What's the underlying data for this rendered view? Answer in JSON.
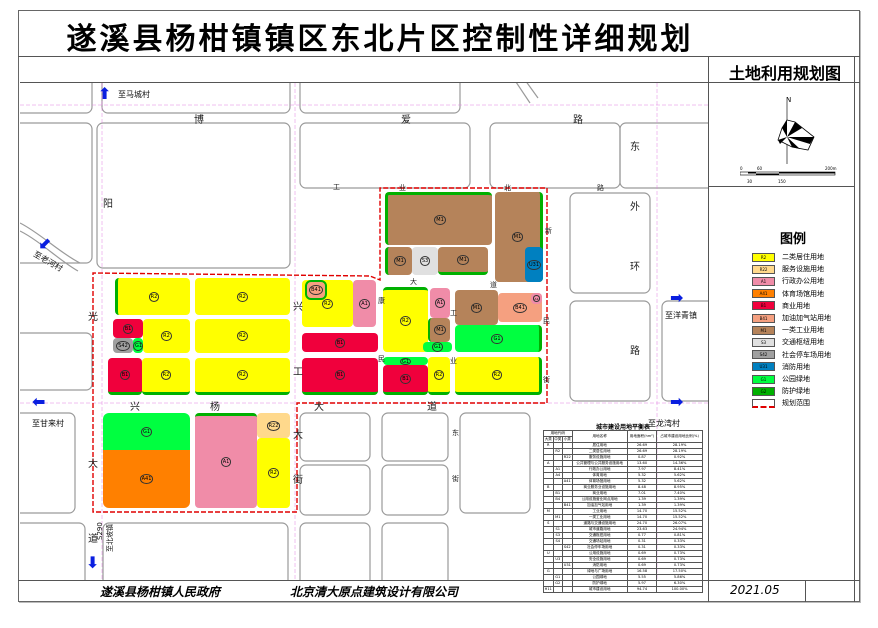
{
  "title": "遂溪县杨柑镇镇区东北片区控制性详细规划",
  "subtitle": "土地利用规划图",
  "compass": {
    "north": "N",
    "scale_ticks": [
      "0",
      "60",
      "200m",
      "30",
      "150"
    ]
  },
  "legend": {
    "title": "图例",
    "items": [
      {
        "code": "R2",
        "label": "二类居住用地",
        "color": "#ffff00"
      },
      {
        "code": "R22",
        "label": "服务设施用地",
        "color": "#ffd98c"
      },
      {
        "code": "A1",
        "label": "行政办公用地",
        "color": "#f08ca8"
      },
      {
        "code": "A41",
        "label": "体育场馆用地",
        "color": "#ff8000"
      },
      {
        "code": "B1",
        "label": "商业用地",
        "color": "#f0003c"
      },
      {
        "code": "B41",
        "label": "加油加气站用地",
        "color": "#f5a080"
      },
      {
        "code": "M1",
        "label": "一类工业用地",
        "color": "#b5835a"
      },
      {
        "code": "S3",
        "label": "交通枢纽用地",
        "color": "#e0e0e0"
      },
      {
        "code": "S42",
        "label": "社会停车场用地",
        "color": "#a0a0a0"
      },
      {
        "code": "U31",
        "label": "消防用地",
        "color": "#0080c0"
      },
      {
        "code": "G1",
        "label": "公园绿地",
        "color": "#00ff40"
      },
      {
        "code": "G2",
        "label": "防护绿地",
        "color": "#00b000"
      },
      {
        "code": "",
        "label": "规划范围",
        "color": "#e00000"
      }
    ]
  },
  "map": {
    "parcels": [
      "R2",
      "R2",
      "B1",
      "S42",
      "G1",
      "R2",
      "R2",
      "B1",
      "R2",
      "R2",
      "R2",
      "B41",
      "A1",
      "B1",
      "B1",
      "M1",
      "M1",
      "S3",
      "M1",
      "M1",
      "U31",
      "R2",
      "A1",
      "M1",
      "G1",
      "G1",
      "M1",
      "B41",
      "A1",
      "G1",
      "B1",
      "R2",
      "R2",
      "G1",
      "A41",
      "A1",
      "R22",
      "R2"
    ],
    "roads": [
      "博",
      "爱",
      "路",
      "东",
      "外",
      "环",
      "路",
      "阳",
      "光",
      "大",
      "道",
      "兴",
      "杨",
      "大",
      "道",
      "兴",
      "工",
      "大",
      "街",
      "工",
      "业",
      "北",
      "路",
      "新",
      "大",
      "道",
      "民",
      "街",
      "康",
      "工",
      "民",
      "业",
      "东",
      "街"
    ],
    "destinations": [
      "至马城村",
      "至老河村",
      "至洋青镇",
      "至甘来村",
      "至龙湾村",
      "S290",
      "至北坡镇"
    ]
  },
  "table": {
    "title": "城市建设用地平衡表",
    "headers": [
      "用地代码",
      "大类",
      "中类",
      "小类",
      "用地名称",
      "用地面积(hm²)",
      "占城市建设用地比例(%)"
    ],
    "rows": [
      [
        "R",
        "",
        "",
        "居住用地",
        "26.69",
        "28.19%"
      ],
      [
        "",
        "R2",
        "",
        "二类居住用地",
        "26.69",
        "28.19%"
      ],
      [
        "",
        "",
        "R22",
        "服务设施用地",
        "0.87",
        "0.92%"
      ],
      [
        "A",
        "",
        "",
        "公共管理与公共服务设施用地",
        "13.60",
        "14.36%"
      ],
      [
        "",
        "A1",
        "",
        "行政办公用地",
        "7.97",
        "8.41%"
      ],
      [
        "",
        "A4",
        "",
        "体育用地",
        "5.32",
        "5.62%"
      ],
      [
        "",
        "",
        "A41",
        "体育场馆用地",
        "5.32",
        "5.62%"
      ],
      [
        "B",
        "",
        "",
        "商业服务业设施用地",
        "8.48",
        "8.95%"
      ],
      [
        "",
        "B1",
        "",
        "商业用地",
        "7.01",
        "7.40%"
      ],
      [
        "",
        "B4",
        "",
        "公用设施营业网点用地",
        "1.39",
        "1.39%"
      ],
      [
        "",
        "",
        "B41",
        "加油加气站用地",
        "1.39",
        "1.39%"
      ],
      [
        "M",
        "",
        "",
        "工业用地",
        "14.70",
        "15.52%"
      ],
      [
        "",
        "M1",
        "",
        "一类工业用地",
        "14.70",
        "15.52%"
      ],
      [
        "S",
        "",
        "",
        "道路与交通设施用地",
        "24.70",
        "26.07%"
      ],
      [
        "",
        "S1",
        "",
        "城市道路用地",
        "23.63",
        "24.94%"
      ],
      [
        "",
        "S3",
        "",
        "交通枢纽用地",
        "0.77",
        "0.81%"
      ],
      [
        "",
        "S4",
        "",
        "交通场站用地",
        "0.31",
        "0.33%"
      ],
      [
        "",
        "",
        "S42",
        "社会停车场用地",
        "0.31",
        "0.33%"
      ],
      [
        "U",
        "",
        "",
        "公用设施用地",
        "0.69",
        "0.73%"
      ],
      [
        "",
        "U3",
        "",
        "安全设施用地",
        "0.69",
        "0.73%"
      ],
      [
        "",
        "",
        "U31",
        "消防用地",
        "0.69",
        "0.73%"
      ],
      [
        "G",
        "",
        "",
        "绿地与广场用地",
        "16.58",
        "17.50%"
      ],
      [
        "",
        "G1",
        "",
        "公园绿地",
        "5.55",
        "5.86%"
      ],
      [
        "",
        "G2",
        "",
        "防护绿地",
        "5.97",
        "6.30%"
      ],
      [
        "H11",
        "",
        "",
        "城市建设用地",
        "94.74",
        "100.00%"
      ]
    ]
  },
  "footer": {
    "client": "遂溪县杨柑镇人民政府",
    "designer": "北京清大原点建筑设计有限公司",
    "date": "2021.05"
  }
}
